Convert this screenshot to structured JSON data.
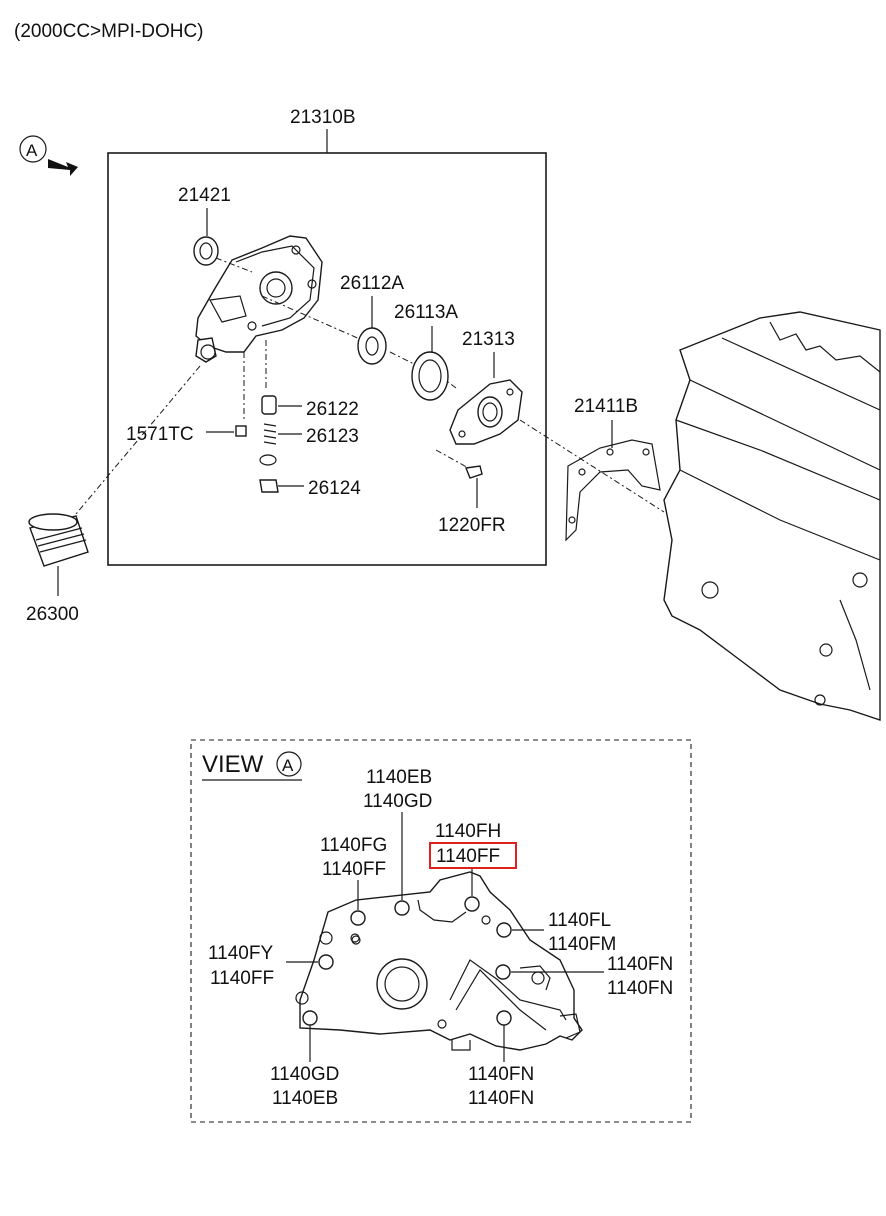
{
  "header": {
    "title": "(2000CC>MPI-DOHC)"
  },
  "view_marker": {
    "letter": "A"
  },
  "main_diagram": {
    "assembly_label": "21310B",
    "parts": {
      "p21421": "21421",
      "p26112A": "26112A",
      "p26113A": "26113A",
      "p21313": "21313",
      "p21411B": "21411B",
      "p26122": "26122",
      "p26123": "26123",
      "p1571TC": "1571TC",
      "p26124": "26124",
      "p1220FR": "1220FR",
      "p26300": "26300"
    }
  },
  "view_a": {
    "title": "VIEW",
    "letter": "A",
    "bolts": {
      "top_a": "1140EB",
      "top_b": "1140GD",
      "fg_a": "1140FG",
      "fg_b": "1140FF",
      "fh_a": "1140FH",
      "fh_b": "1140FF",
      "fl_a": "1140FL",
      "fl_b": "1140FM",
      "fy_a": "1140FY",
      "fy_b": "1140FF",
      "fn1_a": "1140FN",
      "fn1_b": "1140FN",
      "gd_a": "1140GD",
      "gd_b": "1140EB",
      "fn2_a": "1140FN",
      "fn2_b": "1140FN"
    },
    "highlight_color": "#e0201c"
  }
}
